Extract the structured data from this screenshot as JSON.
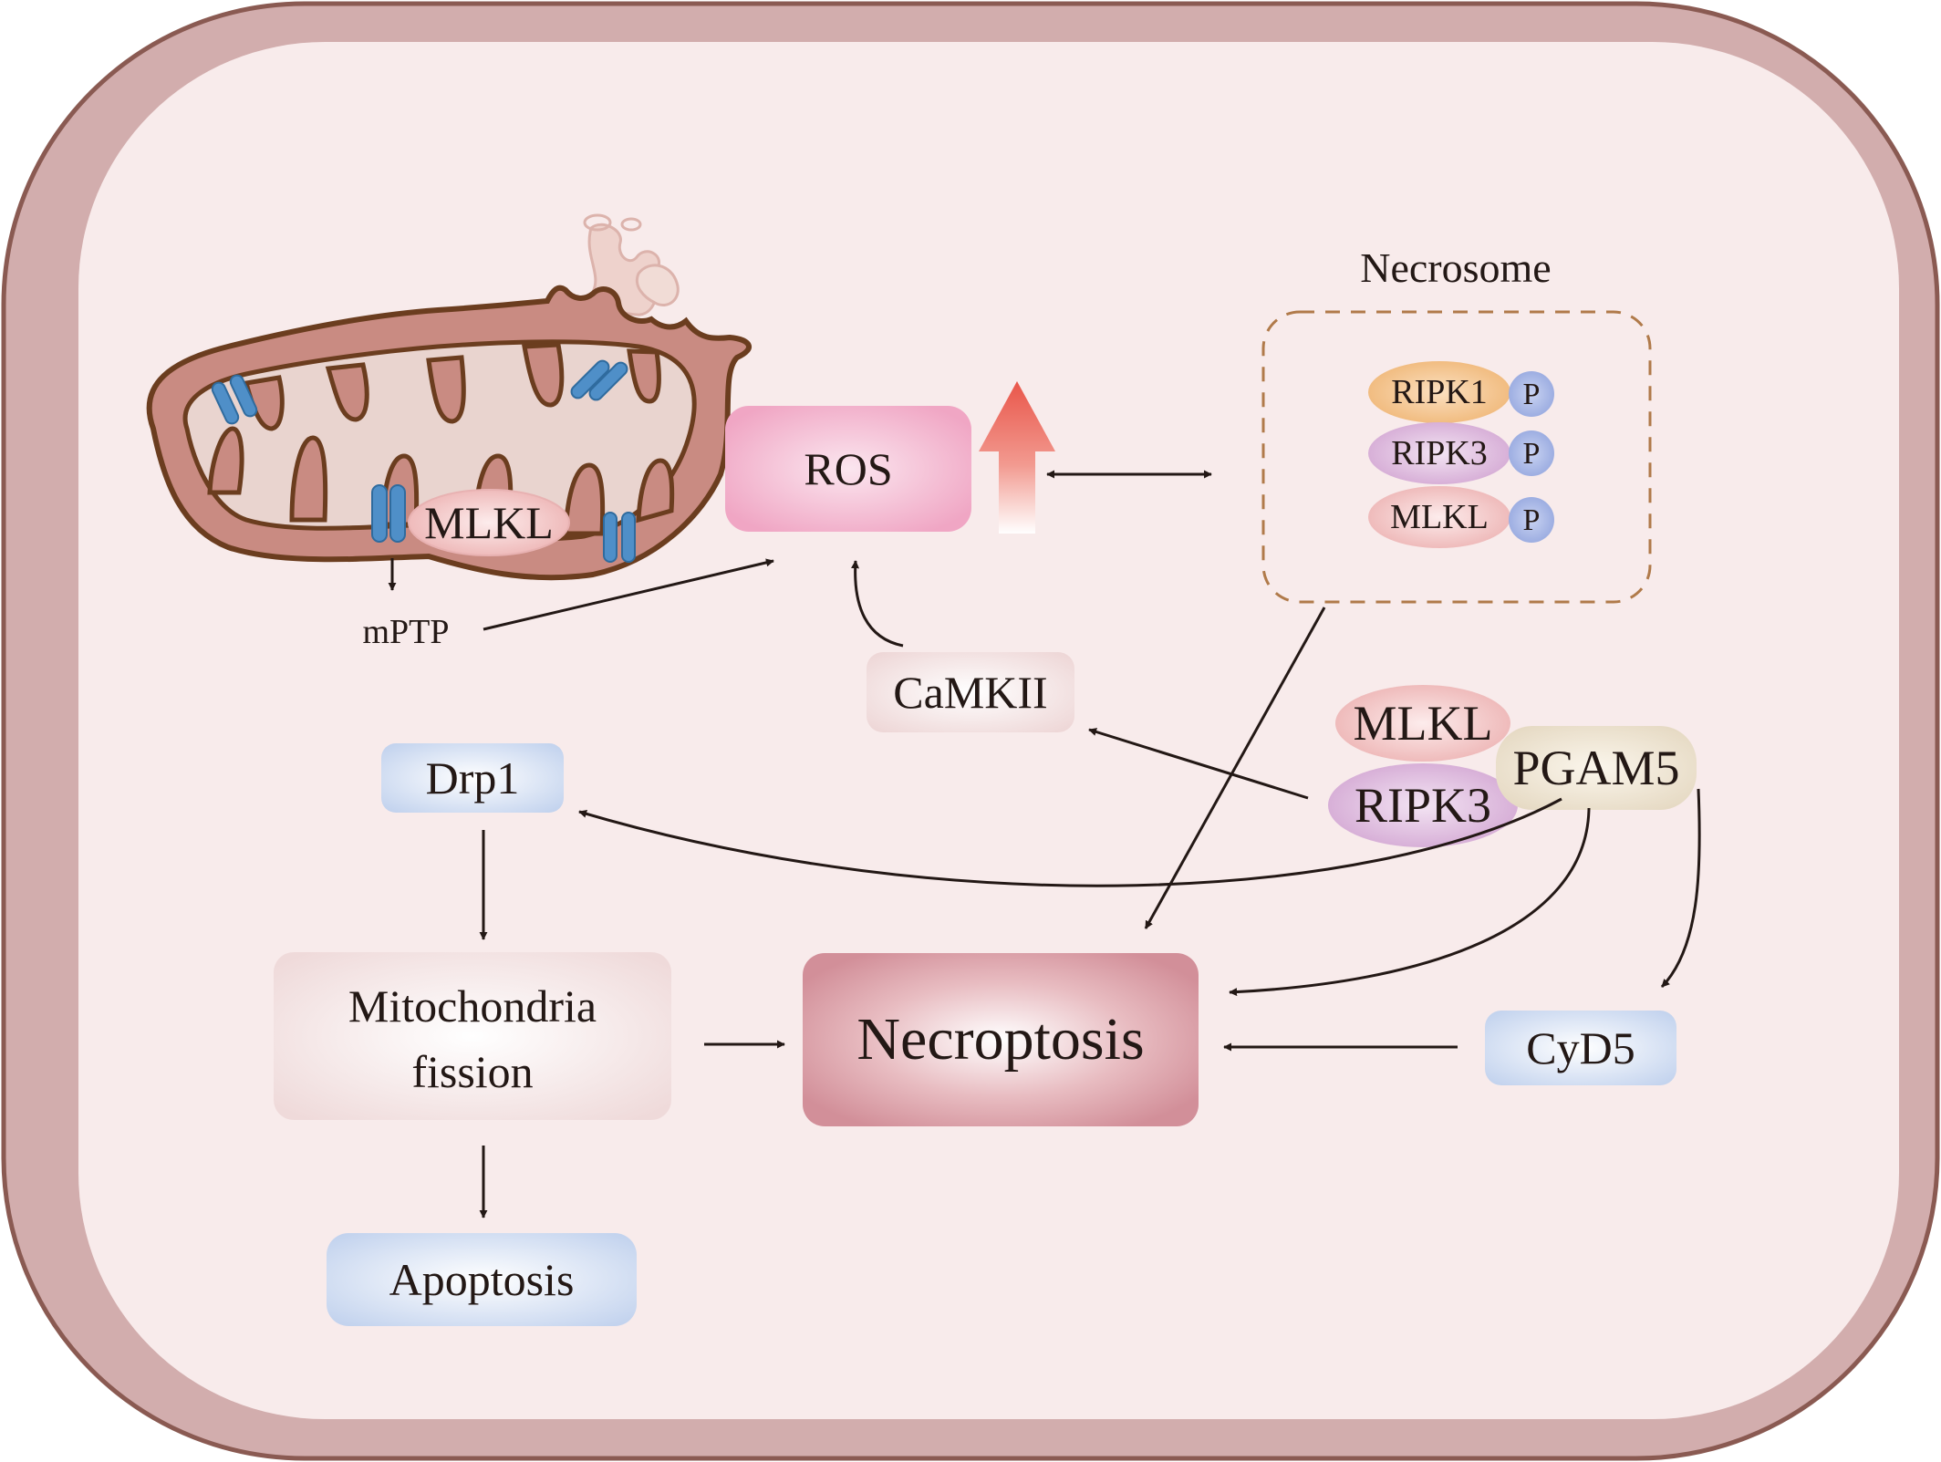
{
  "labels": {
    "ros": "ROS",
    "mito_mlkl": "MLKL",
    "mptp": "mPTP",
    "necrosome_title": "Necrosome",
    "necrosome_ripk1": "RIPK1",
    "necrosome_ripk3": "RIPK3",
    "necrosome_mlkl": "MLKL",
    "phospho": "P",
    "camkii": "CaMKII",
    "complex_mlkl": "MLKL",
    "complex_ripk3": "RIPK3",
    "pgam5": "PGAM5",
    "drp1": "Drp1",
    "mito_fission_line1": "Mitochondria",
    "mito_fission_line2": "fission",
    "necroptosis": "Necroptosis",
    "cyd5": "CyD5",
    "apoptosis": "Apoptosis"
  },
  "colors": {
    "cell_membrane": "#d2adad",
    "cell_outline": "#8a5a52",
    "cytoplasm": "#f8ebeb",
    "mitochondrion": "#c98b82",
    "mito_outline": "#6b3d1f",
    "channel": "#4f8fc8",
    "ros_box": "#f1a9c6",
    "ros_arrow": "#ec6a5c",
    "necroptosis_box": "#d9959e",
    "camkii_box": "#f0dcdc",
    "drp1_box": "#c7d6ef",
    "cyd5_box": "#c7d6ef",
    "apoptosis_box": "#c7d6ef",
    "fission_box": "#f3e2e2",
    "ripk1": "#f2c08a",
    "ripk3": "#d9b6d9",
    "mlkl": "#f1c4c4",
    "pgam5": "#efe5d4",
    "phospho": "#a9b8e6",
    "arrow": "#231815",
    "necrosome_border": "#b07a4a"
  }
}
